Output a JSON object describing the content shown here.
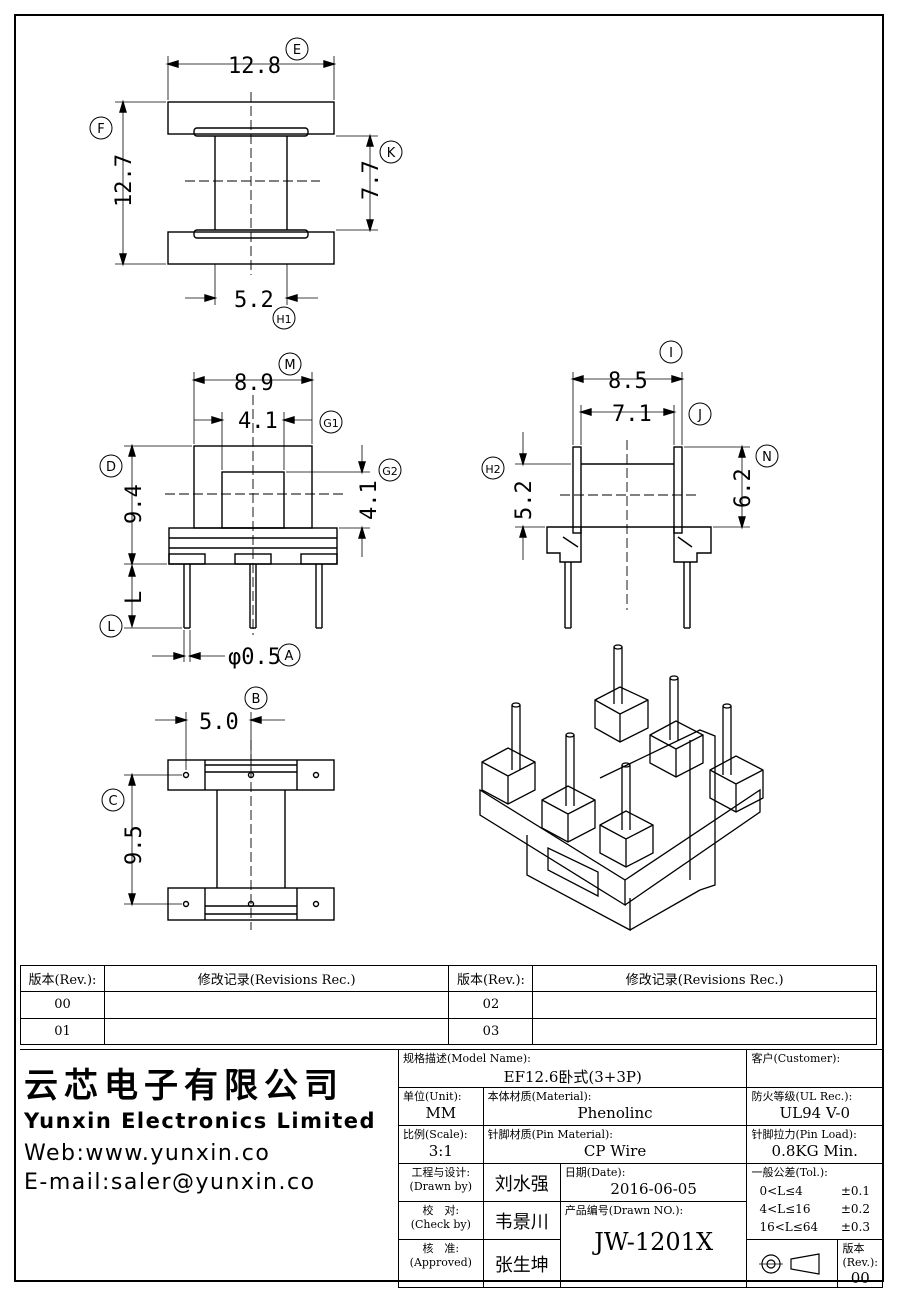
{
  "dims": {
    "e": "12.8",
    "f": "12.7",
    "k": "7.7",
    "h1": "5.2",
    "m": "8.9",
    "g1": "4.1",
    "g2": "4.1",
    "d": "9.4",
    "l": "L",
    "a": "φ0.5",
    "i": "8.5",
    "j": "7.1",
    "h2": "5.2",
    "n": "6.2",
    "b": "5.0",
    "c": "9.5"
  },
  "markers": {
    "E": "E",
    "F": "F",
    "K": "K",
    "H1": "H1",
    "M": "M",
    "G1": "G1",
    "G2": "G2",
    "D": "D",
    "L": "L",
    "A": "A",
    "I": "I",
    "J": "J",
    "H2": "H2",
    "N": "N",
    "B": "B",
    "C": "C"
  },
  "revisions": {
    "header_rev": "版本(Rev.):",
    "header_rec": "修改记录(Revisions Rec.)",
    "rows": [
      {
        "rev_left": "00",
        "rev_right": "02"
      },
      {
        "rev_left": "01",
        "rev_right": "03"
      }
    ]
  },
  "company": {
    "name_cn": "云芯电子有限公司",
    "name_en": "Yunxin Electronics Limited",
    "web": "Web:www.yunxin.co",
    "email": "E-mail:saler@yunxin.co"
  },
  "title_block": {
    "model_label": "规格描述(Model Name):",
    "model_value": "EF12.6卧式(3+3P)",
    "customer_label": "客户(Customer):",
    "customer_value": "",
    "unit_label": "单位(Unit):",
    "unit_value": "MM",
    "material_label": "本体材质(Material):",
    "material_value": "Phenolinc",
    "ul_label": "防火等级(UL Rec.):",
    "ul_value": "UL94 V-0",
    "scale_label": "比例(Scale):",
    "scale_value": "3:1",
    "pin_material_label": "针脚材质(Pin Material):",
    "pin_material_value": "CP Wire",
    "pin_load_label": "针脚拉力(Pin Load):",
    "pin_load_value": "0.8KG Min.",
    "drawn_label_cn": "工程与设计:",
    "drawn_label_en": "(Drawn by)",
    "drawn_value": "刘水强",
    "date_label": "日期(Date):",
    "date_value": "2016-06-05",
    "tol_label": "一般公差(Tol.):",
    "tol_rows": [
      {
        "range": "0<L≤4",
        "tol": "±0.1"
      },
      {
        "range": "4<L≤16",
        "tol": "±0.2"
      },
      {
        "range": "16<L≤64",
        "tol": "±0.3"
      }
    ],
    "check_label_cn": "校　对:",
    "check_label_en": "(Check by)",
    "check_value": "韦景川",
    "drawn_no_label": "产品编号(Drawn NO.):",
    "drawn_no_value": "JW-1201X",
    "approved_label_cn": "核　准:",
    "approved_label_en": "(Approved)",
    "approved_value": "张生坤",
    "rev_label": "版本(Rev.):",
    "rev_value": "00"
  }
}
